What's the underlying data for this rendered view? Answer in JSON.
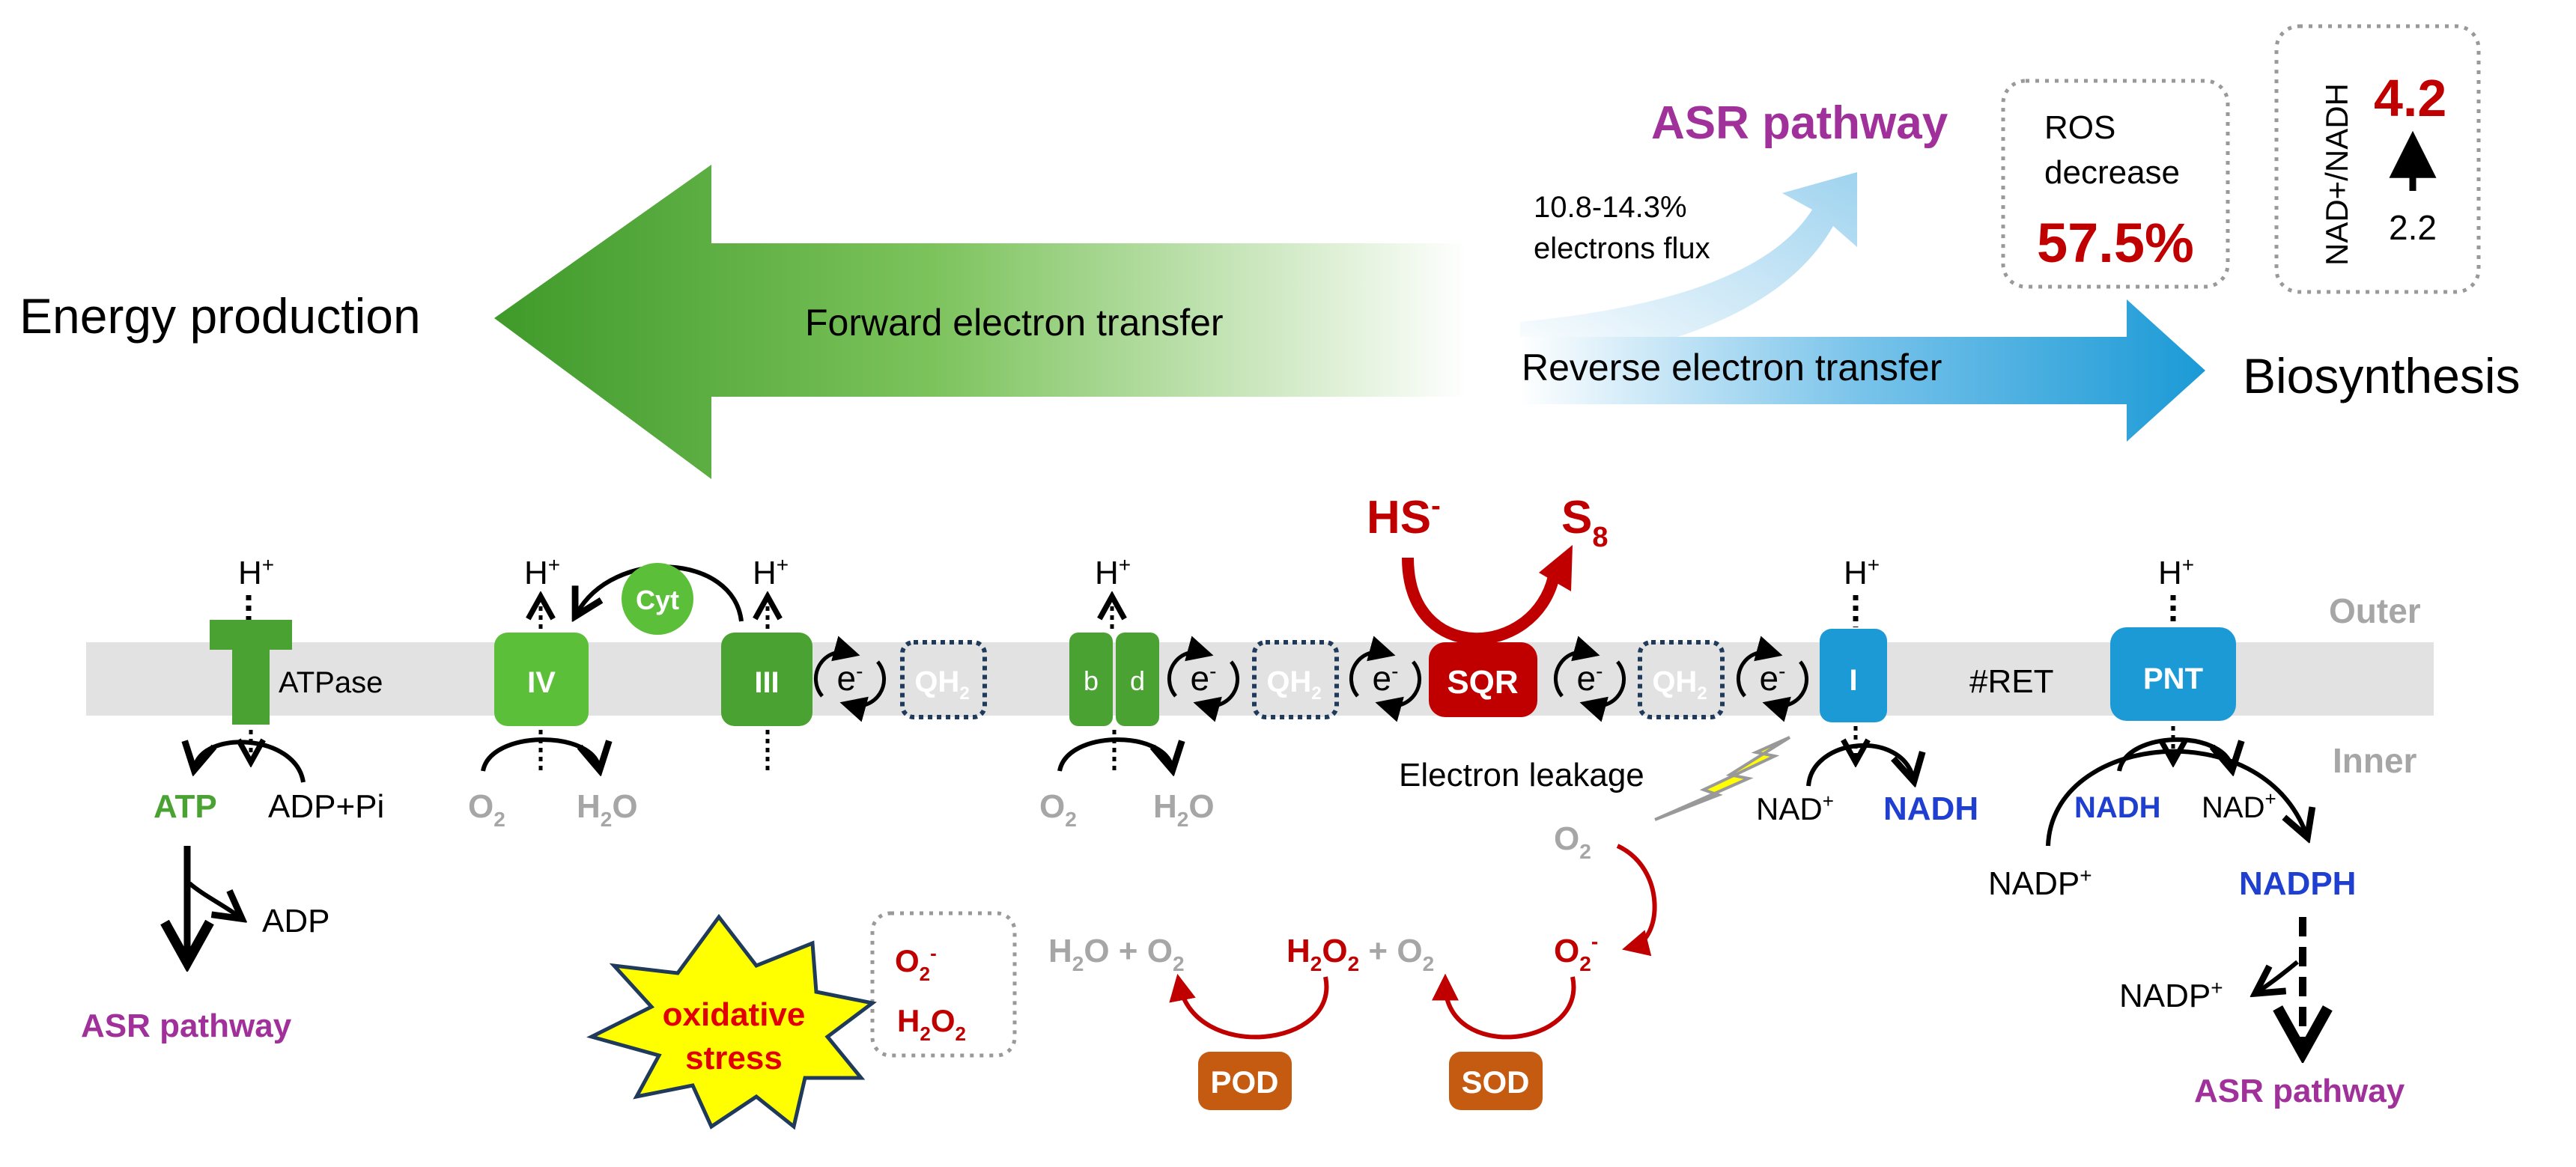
{
  "top": {
    "energy_production": "Energy production",
    "forward_transfer": "Forward electron transfer",
    "reverse_transfer": "Reverse electron transfer",
    "biosynthesis": "Biosynthesis",
    "asr_pathway_title": "ASR pathway",
    "flux_line1": "10.8-14.3%",
    "flux_line2": "electrons flux",
    "ros_line1": "ROS",
    "ros_line2": "decrease",
    "ros_value": "57.5%",
    "nad_ratio_label": "NAD+/NADH",
    "nad_value_high": "4.2",
    "nad_value_low": "2.2"
  },
  "membrane": {
    "outer": "Outer",
    "inner": "Inner",
    "atpase": "ATPase",
    "ret": "#RET",
    "electron_leakage": "Electron leakage",
    "proton": "H",
    "electron": "e",
    "qh2": "QH",
    "complex_iv": "IV",
    "complex_iii": "III",
    "cyt": "Cyt",
    "bd_b": "b",
    "bd_d": "d",
    "sqr": "SQR",
    "complex_i": "I",
    "pnt": "PNT",
    "hs": "HS",
    "s8": "S"
  },
  "species": {
    "atp": "ATP",
    "adp_pi": "ADP+Pi",
    "adp": "ADP",
    "o2": "O",
    "h2o": "H",
    "nad_plus": "NAD",
    "nadh": "NADH",
    "nadp_plus": "NADP",
    "nadph": "NADPH",
    "asr_pathway": "ASR pathway"
  },
  "ros": {
    "o2_radical": "O",
    "h2o2": "H",
    "o2": "O",
    "h2o": "H",
    "sod": "SOD",
    "pod": "POD",
    "oxidative_stress_line1": "oxidative",
    "oxidative_stress_line2": "stress"
  },
  "colors": {
    "green": "#4aa232",
    "light_green": "#5cbf3a",
    "blue": "#1b9ad6",
    "light_blue": "#9fd3ef",
    "red": "#c00000",
    "purple": "#a0309a",
    "orange": "#c55a11",
    "gray": "#a6a6a6",
    "membrane": "#e2e2e2",
    "nadh_blue": "#1f3fd0"
  }
}
